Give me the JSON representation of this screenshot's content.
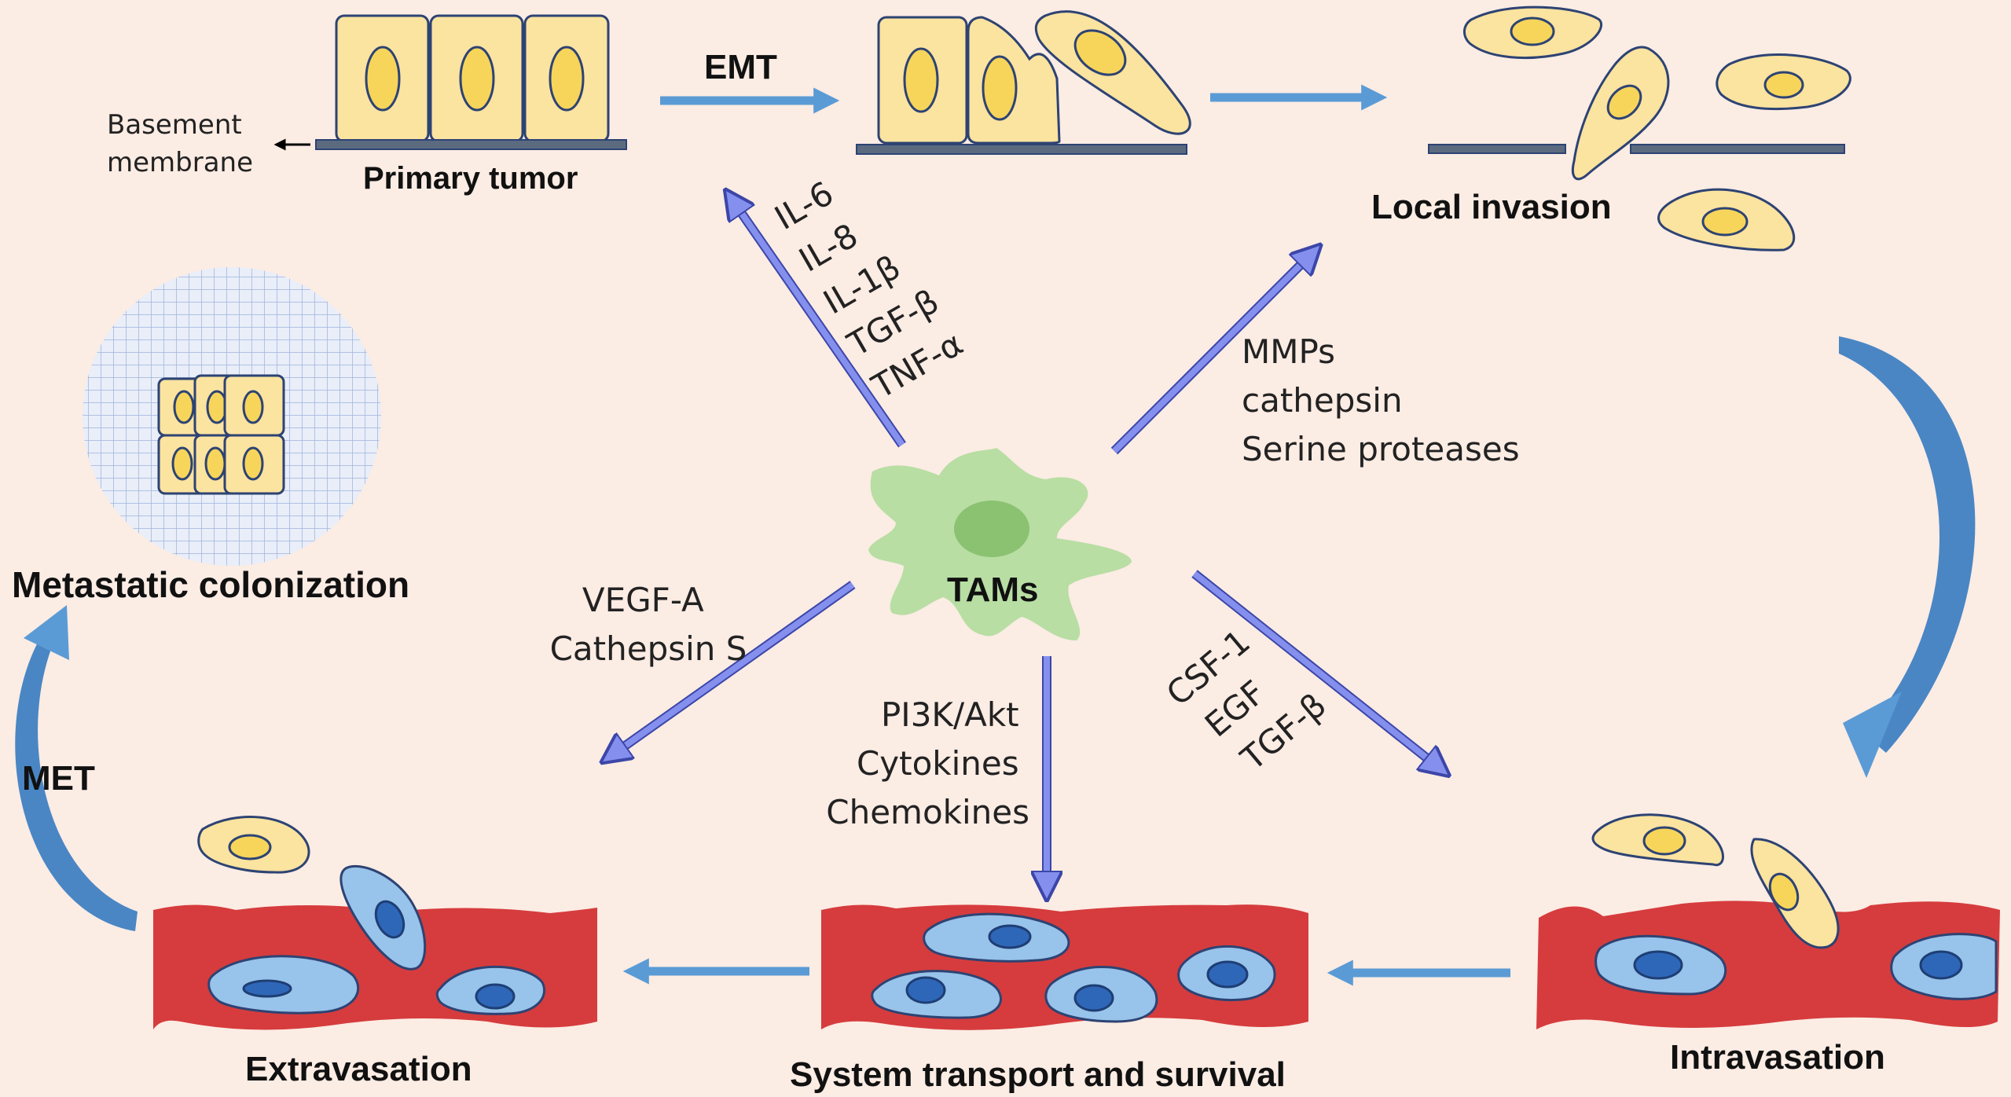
{
  "stages": {
    "primary_tumor": "Primary tumor",
    "emt": "EMT",
    "local_invasion": "Local invasion",
    "intravasation": "Intravasation",
    "system_transport": "System transport and survival",
    "extravasation": "Extravasation",
    "met": "MET",
    "metastatic_colonization": "Metastatic colonization"
  },
  "basement_membrane": [
    "Basement",
    "membrane"
  ],
  "center": {
    "label": "TAMs"
  },
  "factors": {
    "to_emt": [
      "IL-6",
      "IL-8",
      "IL-1β",
      "TGF-β",
      "TNF-α"
    ],
    "to_invasion": [
      "MMPs",
      "cathepsin",
      "Serine proteases"
    ],
    "to_intravasation": [
      "CSF-1",
      "EGF",
      "TGF-β"
    ],
    "to_transport": [
      "PI3K/Akt",
      "Cytokines",
      "Chemokines"
    ],
    "to_extravasation": [
      "VEGF-A",
      "Cathepsin S"
    ]
  },
  "colors": {
    "background": "#fbece4",
    "tumor_cell": "#fbe3a0",
    "tumor_nucleus": "#f7d55a",
    "circulating_cell": "#98c3ea",
    "vessel": "#d63c3d",
    "tam": "#b8dea3",
    "arrow_blue": "#5b9bd5",
    "arrow_purple": "#7a86e8"
  }
}
